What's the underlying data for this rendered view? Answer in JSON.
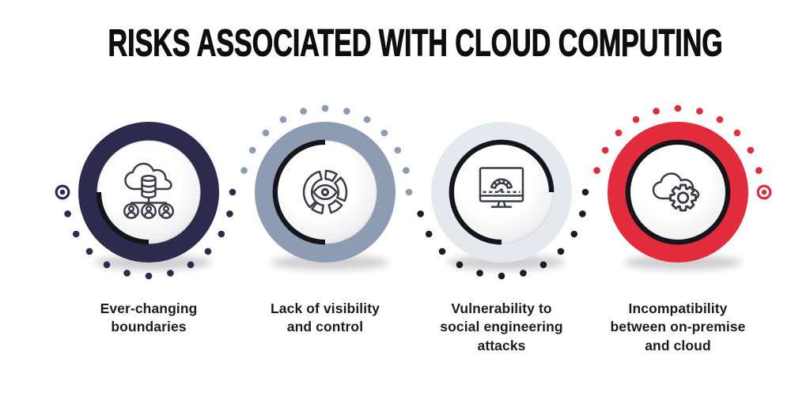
{
  "title": "RISKS ASSOCIATED WITH CLOUD COMPUTING",
  "colors": {
    "background": "#ffffff",
    "title_text": "#0e0e0e",
    "label_text": "#1b1b1b",
    "progress_arc": "#15151d",
    "icon_stroke": "#3c3c46",
    "inner_circle_edge": "#d7d7da"
  },
  "items": [
    {
      "label": "Ever-changing\nboundaries",
      "icon": "cloud-database-users-icon",
      "ring_color": "#2e2a4d",
      "dot_color": "#2e2a4d",
      "progress_percent": 25,
      "dots_position": "bottom",
      "bullseye": "left",
      "bullseye_color": "#2e2a4d"
    },
    {
      "label": "Lack of visibility\nand control",
      "icon": "visibility-eye-icon",
      "ring_color": "#8d9cb2",
      "dot_color": "#8d9cb2",
      "progress_percent": 50,
      "dots_position": "top",
      "bullseye": "none",
      "bullseye_color": ""
    },
    {
      "label": "Vulnerability to\nsocial engineering\nattacks",
      "icon": "monitor-gauge-icon",
      "ring_color": "#e4e9ed",
      "dot_color": "#1d1d27",
      "progress_percent": 75,
      "dots_position": "bottom",
      "bullseye": "none",
      "bullseye_color": ""
    },
    {
      "label": "Incompatibility\nbetween on-premise\nand cloud",
      "icon": "cloud-gear-icon",
      "ring_color": "#e22c3c",
      "dot_color": "#e22c3c",
      "progress_percent": 100,
      "dots_position": "top",
      "bullseye": "right",
      "bullseye_color": "#e22c3c"
    }
  ]
}
